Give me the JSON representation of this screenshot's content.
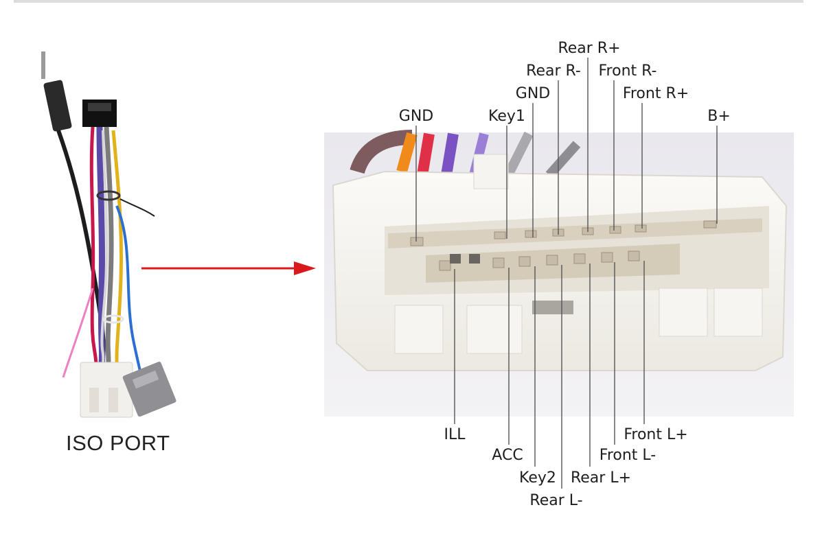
{
  "iso_port": {
    "label": "ISO PORT"
  },
  "top_pins": [
    {
      "key": "gnd-left",
      "label": "GND"
    },
    {
      "key": "key1",
      "label": "Key1"
    },
    {
      "key": "gnd-center",
      "label": "GND"
    },
    {
      "key": "rear-r-minus",
      "label": "Rear R-"
    },
    {
      "key": "rear-r-plus",
      "label": "Rear R+"
    },
    {
      "key": "front-r-minus",
      "label": "Front R-"
    },
    {
      "key": "front-r-plus",
      "label": "Front R+"
    },
    {
      "key": "b-plus",
      "label": "B+"
    }
  ],
  "bottom_pins": [
    {
      "key": "ill",
      "label": "ILL"
    },
    {
      "key": "acc",
      "label": "ACC"
    },
    {
      "key": "key2",
      "label": "Key2"
    },
    {
      "key": "rear-l-minus",
      "label": "Rear L-"
    },
    {
      "key": "rear-l-plus",
      "label": "Rear L+"
    },
    {
      "key": "front-l-minus",
      "label": "Front L-"
    },
    {
      "key": "front-l-plus",
      "label": "Front L+"
    }
  ],
  "colors": {
    "arrow": "#d9191c",
    "leader_line": "#555555",
    "connector": "#f4f2ee"
  }
}
